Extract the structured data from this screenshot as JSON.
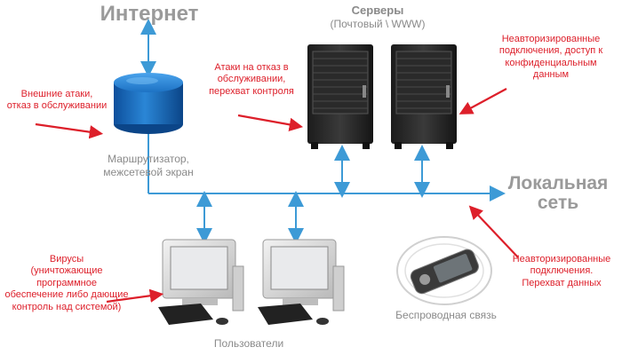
{
  "labels": {
    "internet": "Интернет",
    "servers_title": "Серверы",
    "servers_subtitle": "(Почтовый \\ WWW)",
    "router": "Маршрутизатор,\nмежсетевой экран",
    "local_network": "Локальная\nсеть",
    "users": "Пользователи",
    "wireless": "Беспроводная связь"
  },
  "threats": {
    "external": "Внешние атаки,\nотказ в обслуживании",
    "dos": "Атаки на отказ в\nобслуживании,\nперехват контроля",
    "unauth_servers": "Неавторизированные\nподключения, доступ к\nконфиденциальным\nданным",
    "viruses": "Вирусы\n(уничтожающие программное\nобеспечение либо дающие\nконтроль над системой)",
    "unauth_wireless": "Неавторизированные\nподключения.\nПерехват данных"
  },
  "colors": {
    "network_line": "#3d9ad6",
    "threat_arrow": "#dd1f2a",
    "router_blue": "#1f6fc0",
    "label_gray": "#8a8a8a"
  },
  "icons": {
    "router": "cylinder-router-icon",
    "server": "tower-server-icon",
    "computer": "crt-monitor-computer-icon",
    "pda": "pda-device-icon"
  }
}
